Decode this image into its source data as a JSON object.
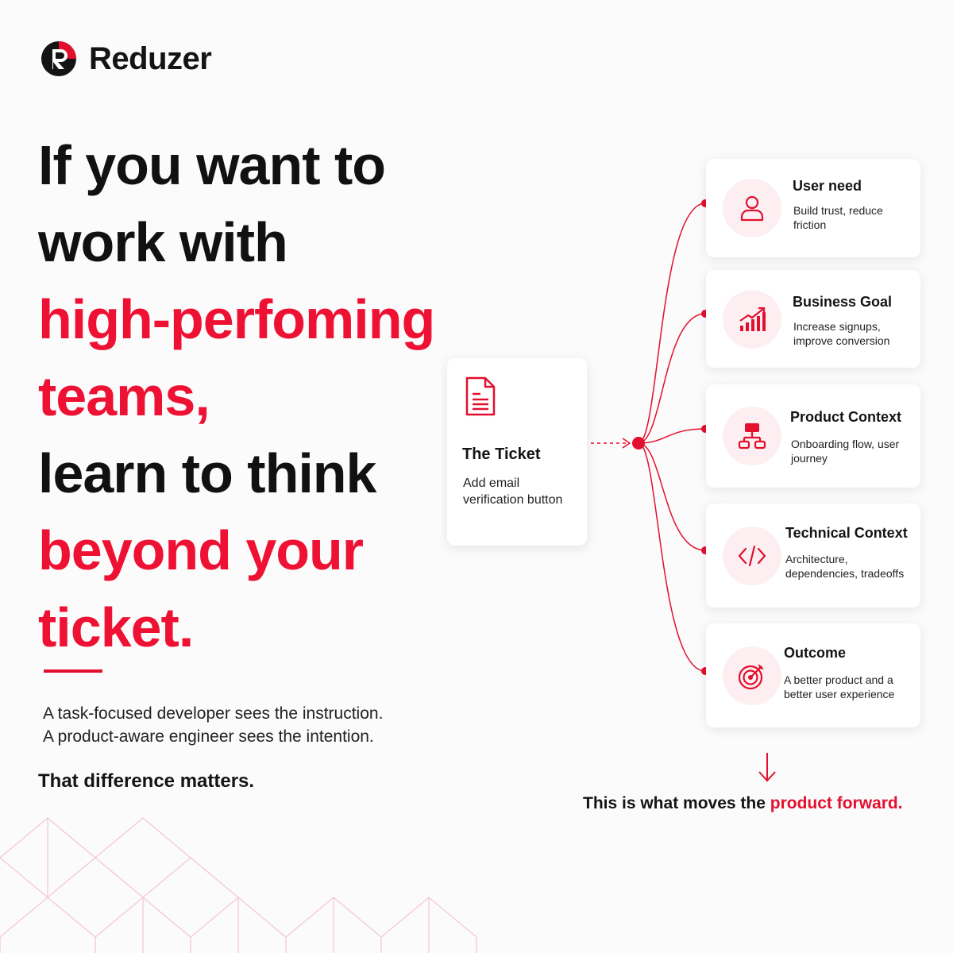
{
  "brand": {
    "name": "Reduzer"
  },
  "headline": {
    "lines": [
      {
        "text": "If you want to",
        "accent": false
      },
      {
        "text": "work with",
        "accent": false
      },
      {
        "text": "high-perfoming",
        "accent": true
      },
      {
        "text": "teams,",
        "accent": true
      },
      {
        "text": "learn to think",
        "accent": false
      },
      {
        "text": "beyond your",
        "accent": true
      },
      {
        "text": "ticket.",
        "accent": true
      }
    ]
  },
  "subtext": {
    "line1": "A task-focused developer sees the instruction.",
    "line2": "A product-aware engineer sees the intention.",
    "emphasis": "That difference matters."
  },
  "ticket": {
    "icon": "document-icon",
    "title": "The Ticket",
    "description": "Add email verification button"
  },
  "cards": [
    {
      "icon": "user-icon",
      "title": "User need",
      "description": "Build trust, reduce friction"
    },
    {
      "icon": "growth-chart-icon",
      "title": "Business Goal",
      "description": "Increase signups, improve conversion"
    },
    {
      "icon": "flowchart-icon",
      "title": "Product Context",
      "description": "Onboarding flow, user journey"
    },
    {
      "icon": "code-icon",
      "title": "Technical Context",
      "description": "Architecture, dependencies, tradeoffs"
    },
    {
      "icon": "target-icon",
      "title": "Outcome",
      "description": "A better product and a better user experience"
    }
  ],
  "footer": {
    "text": "This is what moves the",
    "highlight": "product forward."
  },
  "colors": {
    "accent": "#e2102e",
    "accent_soft": "#fdeff1",
    "text": "#141414",
    "background": "#fbfbfb"
  }
}
